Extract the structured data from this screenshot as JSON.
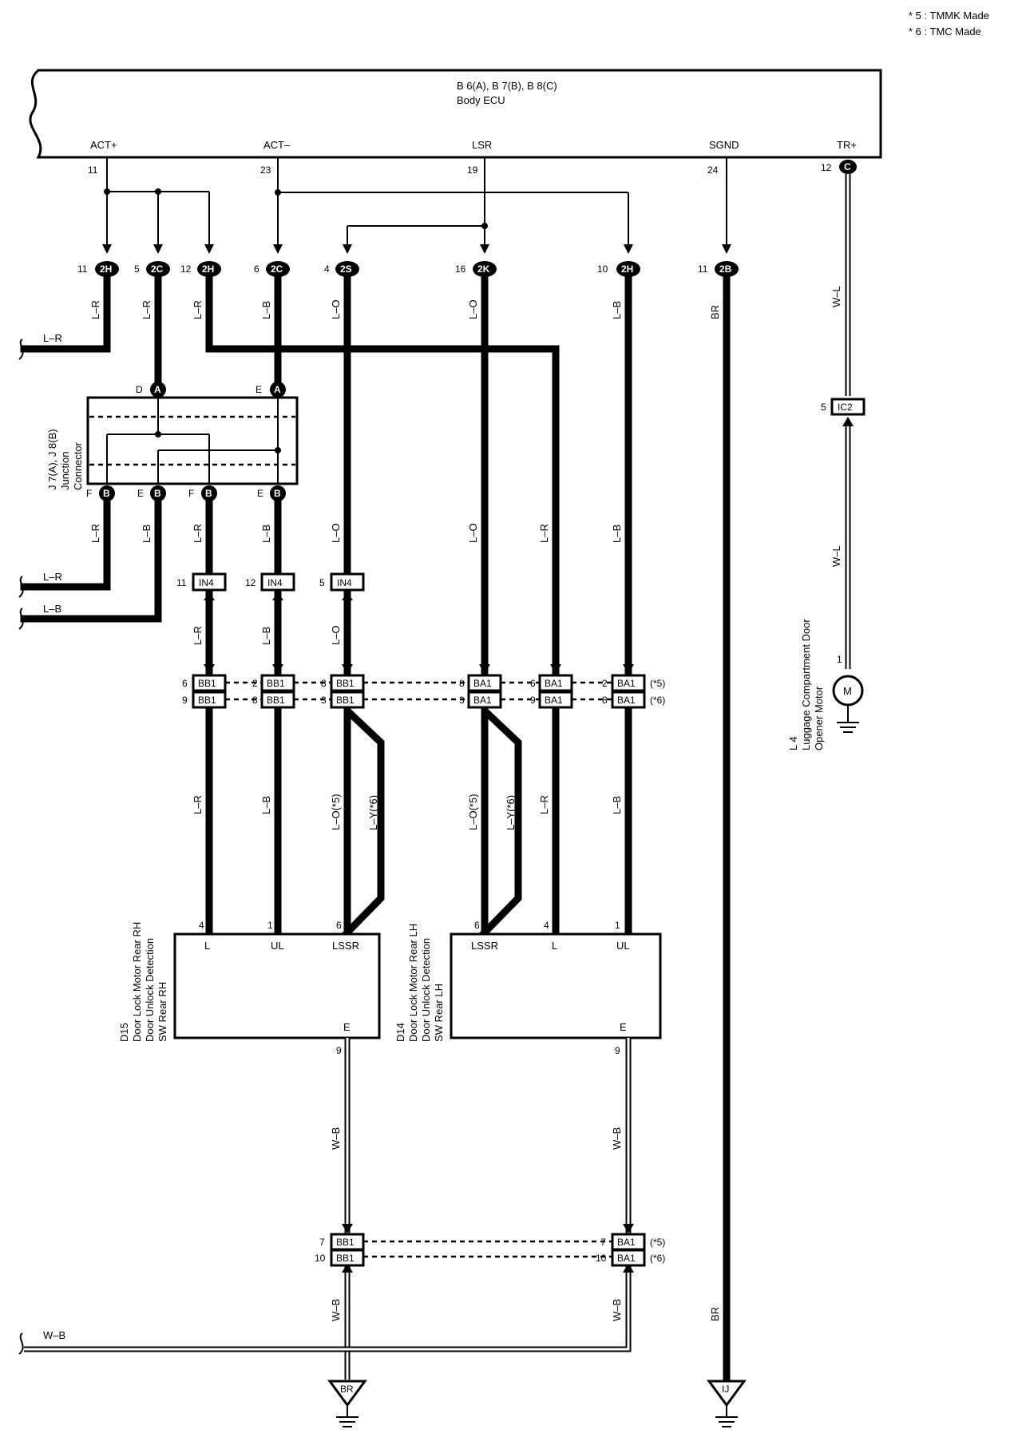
{
  "notes": {
    "n5": "* 5 : TMMK Made",
    "n6": "* 6 : TMC Made"
  },
  "ecu": {
    "ref": "B 6(A), B 7(B), B 8(C)",
    "name": "Body ECU",
    "pins": {
      "act_plus": "ACT+",
      "act_minus": "ACT–",
      "lsr": "LSR",
      "sgnd": "SGND",
      "tr_plus": "TR+"
    },
    "pin_nums": {
      "act_plus": "11",
      "act_minus": "23",
      "lsr": "19",
      "sgnd": "24",
      "tr_plus": "12",
      "tr_conn": "C"
    }
  },
  "row_connectors": [
    {
      "num": "11",
      "id": "2H"
    },
    {
      "num": "5",
      "id": "2C"
    },
    {
      "num": "12",
      "id": "2H"
    },
    {
      "num": "6",
      "id": "2C"
    },
    {
      "num": "4",
      "id": "2S"
    },
    {
      "num": "16",
      "id": "2K"
    },
    {
      "num": "10",
      "id": "2H"
    },
    {
      "num": "11",
      "id": "2B"
    }
  ],
  "wire_colors": {
    "lr": "L–R",
    "lb": "L–B",
    "lo": "L–O",
    "br": "BR",
    "wl": "W–L",
    "wb": "W–B",
    "lo5": "L–O(*5)",
    "ly6": "L–Y(*6)"
  },
  "junction": {
    "title_lines": [
      "J 7(A), J 8(B)",
      "Junction",
      "Connector"
    ],
    "top_pins": [
      {
        "letter": "D",
        "conn": "A"
      },
      {
        "letter": "E",
        "conn": "A"
      }
    ],
    "bottom_pins": [
      {
        "letter": "F",
        "conn": "B"
      },
      {
        "letter": "E",
        "conn": "B"
      },
      {
        "letter": "F",
        "conn": "B"
      },
      {
        "letter": "E",
        "conn": "B"
      }
    ]
  },
  "in4": [
    {
      "num": "11",
      "id": "IN4"
    },
    {
      "num": "12",
      "id": "IN4"
    },
    {
      "num": "5",
      "id": "IN4"
    }
  ],
  "bb1_rows": [
    {
      "a": "6",
      "b": "2",
      "c": "8",
      "id": "BB1"
    },
    {
      "a": "9",
      "b": "8",
      "c": "3",
      "id": "BB1"
    }
  ],
  "ba1_rows": [
    {
      "a": "8",
      "b": "6",
      "c": "2",
      "id": "BA1",
      "note": "(*5)"
    },
    {
      "a": "3",
      "b": "9",
      "c": "8",
      "id": "BA1",
      "note": "(*6)"
    }
  ],
  "bottom_rows": [
    {
      "l": "7",
      "lid": "BB1",
      "r": "7",
      "rid": "BA1",
      "note": "(*5)"
    },
    {
      "l": "10",
      "lid": "BB1",
      "r": "10",
      "rid": "BA1",
      "note": "(*6)"
    }
  ],
  "ic2": {
    "num": "5",
    "id": "IC2"
  },
  "motor": {
    "pin": "1",
    "symbol": "M",
    "title_lines": [
      "L 4",
      "Luggage Compartment Door",
      "Opener Motor"
    ]
  },
  "d15": {
    "pins": {
      "l": "L",
      "ul": "UL",
      "lssr": "LSSR",
      "e": "E"
    },
    "pin_nums": {
      "l": "4",
      "ul": "1",
      "lssr": "6",
      "e": "9"
    },
    "title_lines": [
      "D15",
      "Door Lock Motor Rear RH",
      "Door Unlock Detection",
      "SW Rear RH"
    ]
  },
  "d14": {
    "pins": {
      "lssr": "LSSR",
      "l": "L",
      "ul": "UL",
      "e": "E"
    },
    "pin_nums": {
      "lssr": "6",
      "l": "4",
      "ul": "1",
      "e": "9"
    },
    "title_lines": [
      "D14",
      "Door Lock Motor Rear LH",
      "Door Unlock Detection",
      "SW Rear LH"
    ]
  },
  "grounds": {
    "br": "BR",
    "ij": "IJ"
  }
}
